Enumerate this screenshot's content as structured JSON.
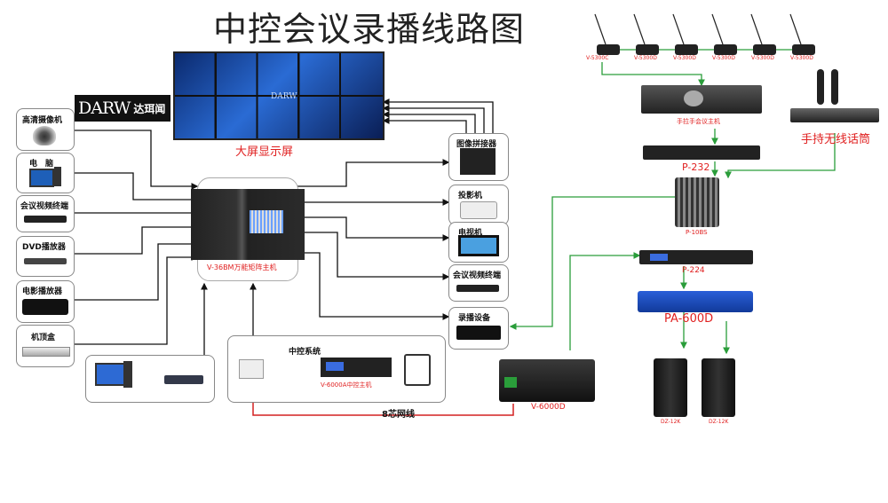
{
  "title": "中控会议录播线路图",
  "brand": {
    "logo": "DARW",
    "name": "达珥闻"
  },
  "video_wall": {
    "label": "大屏显示屏"
  },
  "sources": [
    {
      "label": "高清摄像机"
    },
    {
      "label": "电　脑"
    },
    {
      "label": "会议视频终端"
    },
    {
      "label": "DVD播放器"
    },
    {
      "label": "电影播放器"
    },
    {
      "label": "机顶盒"
    }
  ],
  "matrix": {
    "label": "V-36BM万能矩阵主机"
  },
  "outputs": [
    {
      "label": "图像拼接器"
    },
    {
      "label": "投影机"
    },
    {
      "label": "电视机"
    },
    {
      "label": "会议视频终端"
    },
    {
      "label": "录播设备"
    }
  ],
  "control": {
    "title": "中控系统",
    "host_label": "V-6000A中控主机"
  },
  "cable_label": "8芯网线",
  "v6000d": {
    "label": "V-6000D"
  },
  "mics": [
    {
      "label": "V-5300C"
    },
    {
      "label": "V-5300D"
    },
    {
      "label": "V-5300D"
    },
    {
      "label": "V-5300D"
    },
    {
      "label": "V-5300D"
    },
    {
      "label": "V-5300D"
    }
  ],
  "conf_host": {
    "label": "手拉手会议主机"
  },
  "wireless": {
    "label": "手持无线话筒"
  },
  "p232": {
    "label": "P-232"
  },
  "mixer": {
    "label": "P-10BS"
  },
  "p224": {
    "label": "P-224"
  },
  "amp": {
    "label": "PA-600D"
  },
  "speakers": [
    {
      "label": "DZ-12K"
    },
    {
      "label": "DZ-12K"
    }
  ],
  "colors": {
    "black_line": "#111111",
    "green_line": "#2a9d3a",
    "red_line": "#d42020",
    "blue_amp": "#1f4fc4"
  }
}
